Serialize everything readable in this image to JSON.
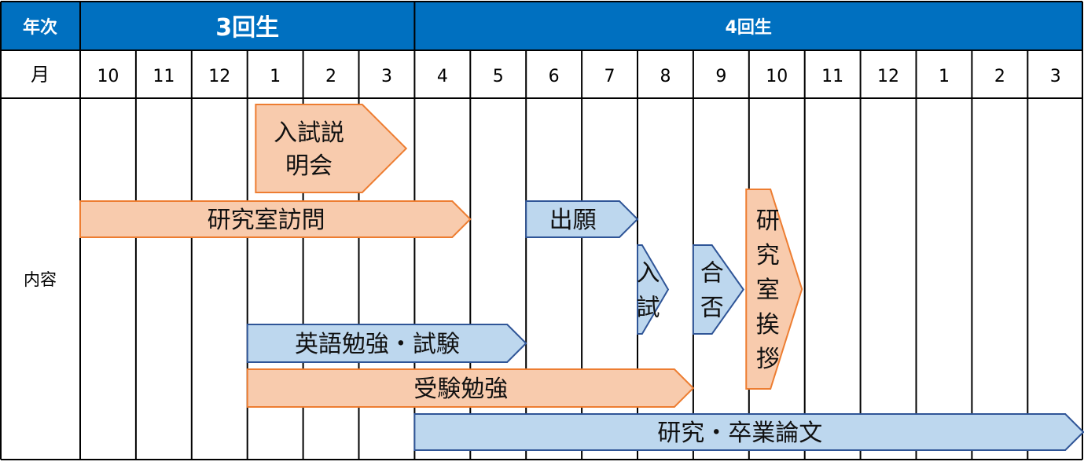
{
  "header": {
    "year_label": "年次",
    "month_label": "月",
    "content_label": "内容",
    "years": [
      {
        "label": "3回生",
        "span_months": 6
      },
      {
        "label": "4回生",
        "span_months": 12
      }
    ],
    "months": [
      "10",
      "11",
      "12",
      "1",
      "2",
      "3",
      "4",
      "5",
      "6",
      "7",
      "8",
      "9",
      "10",
      "11",
      "12",
      "1",
      "2",
      "3"
    ]
  },
  "colors": {
    "header_blue": "#0070C0",
    "orange_fill": "#F8CBAD",
    "orange_stroke": "#ED7D31",
    "blue_fill": "#BDD7EE",
    "blue_stroke": "#2F5597",
    "grid": "#000000"
  },
  "tasks": [
    {
      "id": "exam-briefing",
      "label": "入試説明会",
      "lines": [
        "入試説",
        "明会"
      ],
      "color": "orange",
      "start": 3.15,
      "end": 5.85,
      "orientation": "horizontal"
    },
    {
      "id": "lab-visit",
      "label": "研究室訪問",
      "lines": [
        "研究室訪問"
      ],
      "color": "orange",
      "start": 0.0,
      "end": 7.0,
      "orientation": "horizontal"
    },
    {
      "id": "application",
      "label": "出願",
      "lines": [
        "出願"
      ],
      "color": "blue",
      "start": 8.0,
      "end": 10.0,
      "orientation": "horizontal"
    },
    {
      "id": "entrance-exam",
      "label": "入試",
      "lines": [
        "入",
        "試"
      ],
      "color": "blue",
      "start": 10.0,
      "end": 10.55,
      "orientation": "vertical"
    },
    {
      "id": "result",
      "label": "合否",
      "lines": [
        "合",
        "否"
      ],
      "color": "blue",
      "start": 11.0,
      "end": 11.9,
      "orientation": "vertical"
    },
    {
      "id": "lab-greeting",
      "label": "研究室挨拶",
      "lines": [
        "研",
        "究",
        "室",
        "挨",
        "拶"
      ],
      "color": "orange",
      "start": 11.95,
      "end": 12.95,
      "orientation": "vertical"
    },
    {
      "id": "english-study",
      "label": "英語勉強・試験",
      "lines": [
        "英語勉強・試験"
      ],
      "color": "blue",
      "start": 3.0,
      "end": 8.0,
      "orientation": "horizontal"
    },
    {
      "id": "exam-study",
      "label": "受験勉強",
      "lines": [
        "受験勉強"
      ],
      "color": "orange",
      "start": 3.0,
      "end": 11.0,
      "orientation": "horizontal"
    },
    {
      "id": "research-thesis",
      "label": "研究・卒業論文",
      "lines": [
        "研究・卒業論文"
      ],
      "color": "blue",
      "start": 6.0,
      "end": 18.0,
      "orientation": "horizontal"
    }
  ]
}
